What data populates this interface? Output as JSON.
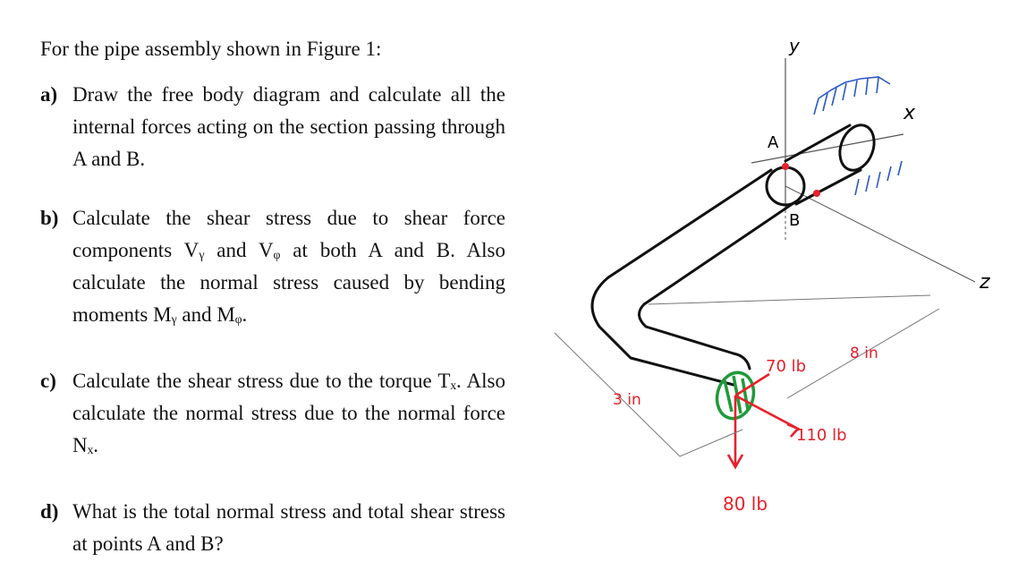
{
  "problem": {
    "intro": "For the pipe assembly shown in Figure 1:",
    "questions": [
      {
        "letter": "a)",
        "text": "Draw the free body diagram and calculate all the internal forces acting on the section passing through A and B."
      },
      {
        "letter": "b)",
        "text": "Calculate the shear stress due to shear force components Vᵧ and Vᵩ at both A and B. Also calculate the normal stress caused by bending moments Mᵧ and Mᵩ."
      },
      {
        "letter": "c)",
        "text": "Calculate the shear stress due to the torque Tₓ. Also calculate the normal stress due to the normal force Nₓ."
      },
      {
        "letter": "d)",
        "text": "What is the total normal stress and total shear stress at points A and B?"
      }
    ]
  },
  "figure": {
    "axis_y": "y",
    "axis_x": "x",
    "axis_z": "z",
    "point_a": "A",
    "point_b": "B",
    "dim_3in": "3 in",
    "dim_8in": "8 in",
    "force_70": "70 lb",
    "force_110": "110 lb",
    "force_80": "80 lb",
    "colors": {
      "red": "#e8202a",
      "green": "#1f9a3a",
      "blue": "#2b57c8"
    }
  }
}
